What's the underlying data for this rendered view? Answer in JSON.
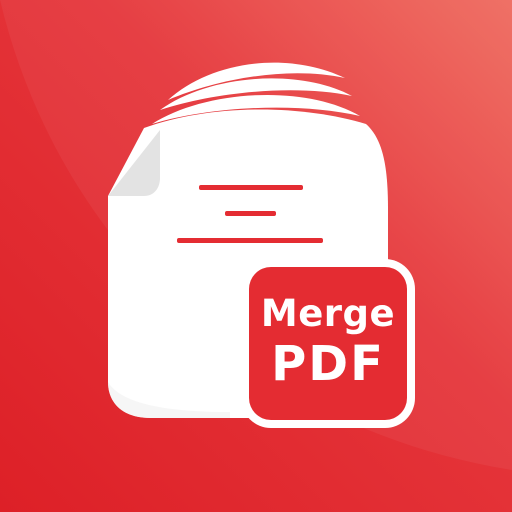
{
  "logo": {
    "line1": "Merge",
    "line2": "PDF"
  },
  "colors": {
    "background": "#e42c32",
    "background_highlight": "#ee6a5f",
    "document": "#ffffff",
    "document_fold": "#e3e3e3",
    "text_lines": "#e42c32"
  },
  "icons": [
    "stacked-documents-icon",
    "merge-pdf-badge"
  ]
}
